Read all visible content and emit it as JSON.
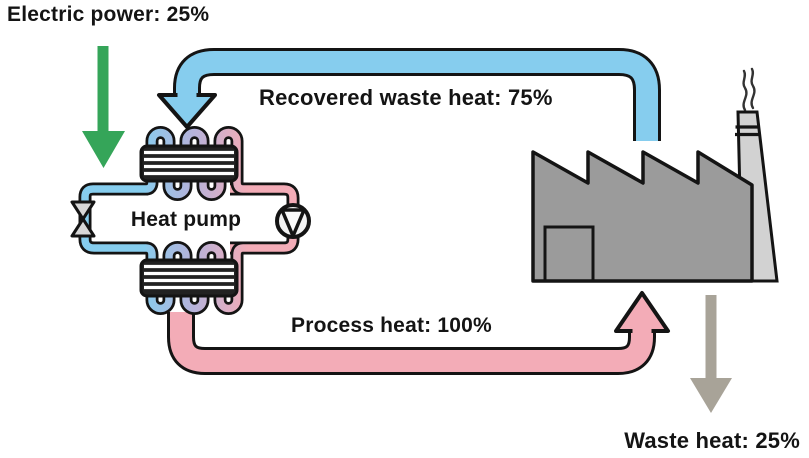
{
  "labels": {
    "electric_power": "Electric power: 25%",
    "recovered_waste_heat": "Recovered waste heat: 75%",
    "process_heat": "Process heat: 100%",
    "waste_heat": "Waste heat: 25%",
    "heat_pump": "Heat pump"
  },
  "colors": {
    "electric_power_arrow": "#35a559",
    "recovered_waste_heat_arrow": "#86cdee",
    "process_heat_arrow": "#f3acb7",
    "waste_heat_arrow": "#a8a398",
    "pipe_cold": "#86cdee",
    "pipe_hot": "#f3acb7",
    "factory_body": "#9b9b9b",
    "factory_chimney": "#d2d2d2",
    "valve_fill": "#d8d8d8",
    "compressor_fill": "#f2f2f2",
    "outline": "#141414"
  }
}
